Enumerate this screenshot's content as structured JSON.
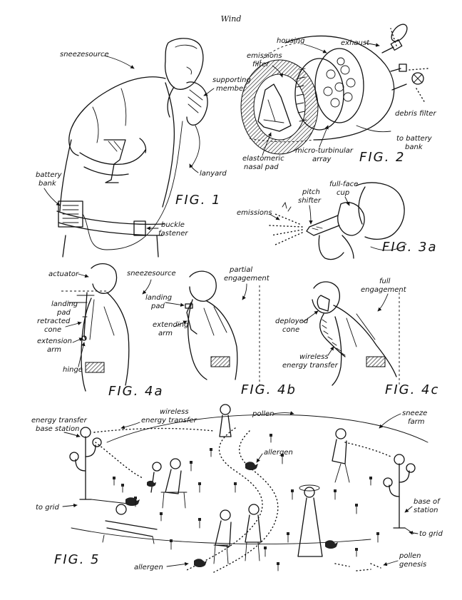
{
  "page": {
    "title": "Wind"
  },
  "fig1": {
    "caption": "FIG. 1",
    "labels": {
      "sneezesource": "sneezesource",
      "supporting_member_1": "supporting",
      "supporting_member_2": "member",
      "battery_bank_1": "battery",
      "battery_bank_2": "bank",
      "lanyard": "lanyard",
      "buckle_fastener_1": "buckle",
      "buckle_fastener_2": "fastener"
    }
  },
  "fig2": {
    "caption": "FIG. 2",
    "labels": {
      "housing": "housing",
      "exhaust": "exhaust",
      "emissions_filter_1": "emissions",
      "emissions_filter_2": "filter",
      "debris_filter": "debris filter",
      "to_battery_bank_1": "to battery",
      "to_battery_bank_2": "bank",
      "elastomeric_nasal_pad_1": "elastomeric",
      "elastomeric_nasal_pad_2": "nasal pad",
      "microturbinular_array_1": "micro-turbinular",
      "microturbinular_array_2": "array"
    }
  },
  "fig3a": {
    "caption": "FIG. 3a",
    "labels": {
      "pitch_shifter_1": "pitch",
      "pitch_shifter_2": "shifter",
      "full_face_cup_1": "full-face",
      "full_face_cup_2": "cup",
      "emissions": "emissions"
    }
  },
  "fig4a": {
    "caption": "FIG. 4a",
    "labels": {
      "actuator": "actuator",
      "landing_pad_1": "landing",
      "landing_pad_2": "pad",
      "retracted_cone_1": "retracted",
      "retracted_cone_2": "cone",
      "extension_arm_1": "extension",
      "extension_arm_2": "arm",
      "hinge": "hinge"
    }
  },
  "fig4b": {
    "caption": "FIG. 4b",
    "labels": {
      "sneezesource": "sneezesource",
      "partial_engagement_1": "partial",
      "partial_engagement_2": "engagement",
      "landing_pad_1": "landing",
      "landing_pad_2": "pad",
      "extending_arm_1": "extending",
      "extending_arm_2": "arm"
    }
  },
  "fig4c": {
    "caption": "FIG. 4c",
    "labels": {
      "full_engagement_1": "full",
      "full_engagement_2": "engagement",
      "deployed_cone_1": "deployed",
      "deployed_cone_2": "cone",
      "wireless_energy_transfer_1": "wireless",
      "wireless_energy_transfer_2": "energy transfer"
    }
  },
  "fig5": {
    "caption": "FIG. 5",
    "labels": {
      "energy_transfer_base_station_1": "energy transfer",
      "energy_transfer_base_station_2": "base station",
      "wireless_energy_transfer_1": "wireless",
      "wireless_energy_transfer_2": "energy transfer",
      "pollen": "pollen",
      "sneeze_farm_1": "sneeze",
      "sneeze_farm_2": "farm",
      "allergen_top": "allergen",
      "to_grid_left": "to grid",
      "base_station_1": "base of",
      "base_station_2": "station",
      "to_grid_right": "to grid",
      "pollen_genesis_1": "pollen",
      "pollen_genesis_2": "genesis",
      "allergen_bottom": "allergen"
    }
  }
}
